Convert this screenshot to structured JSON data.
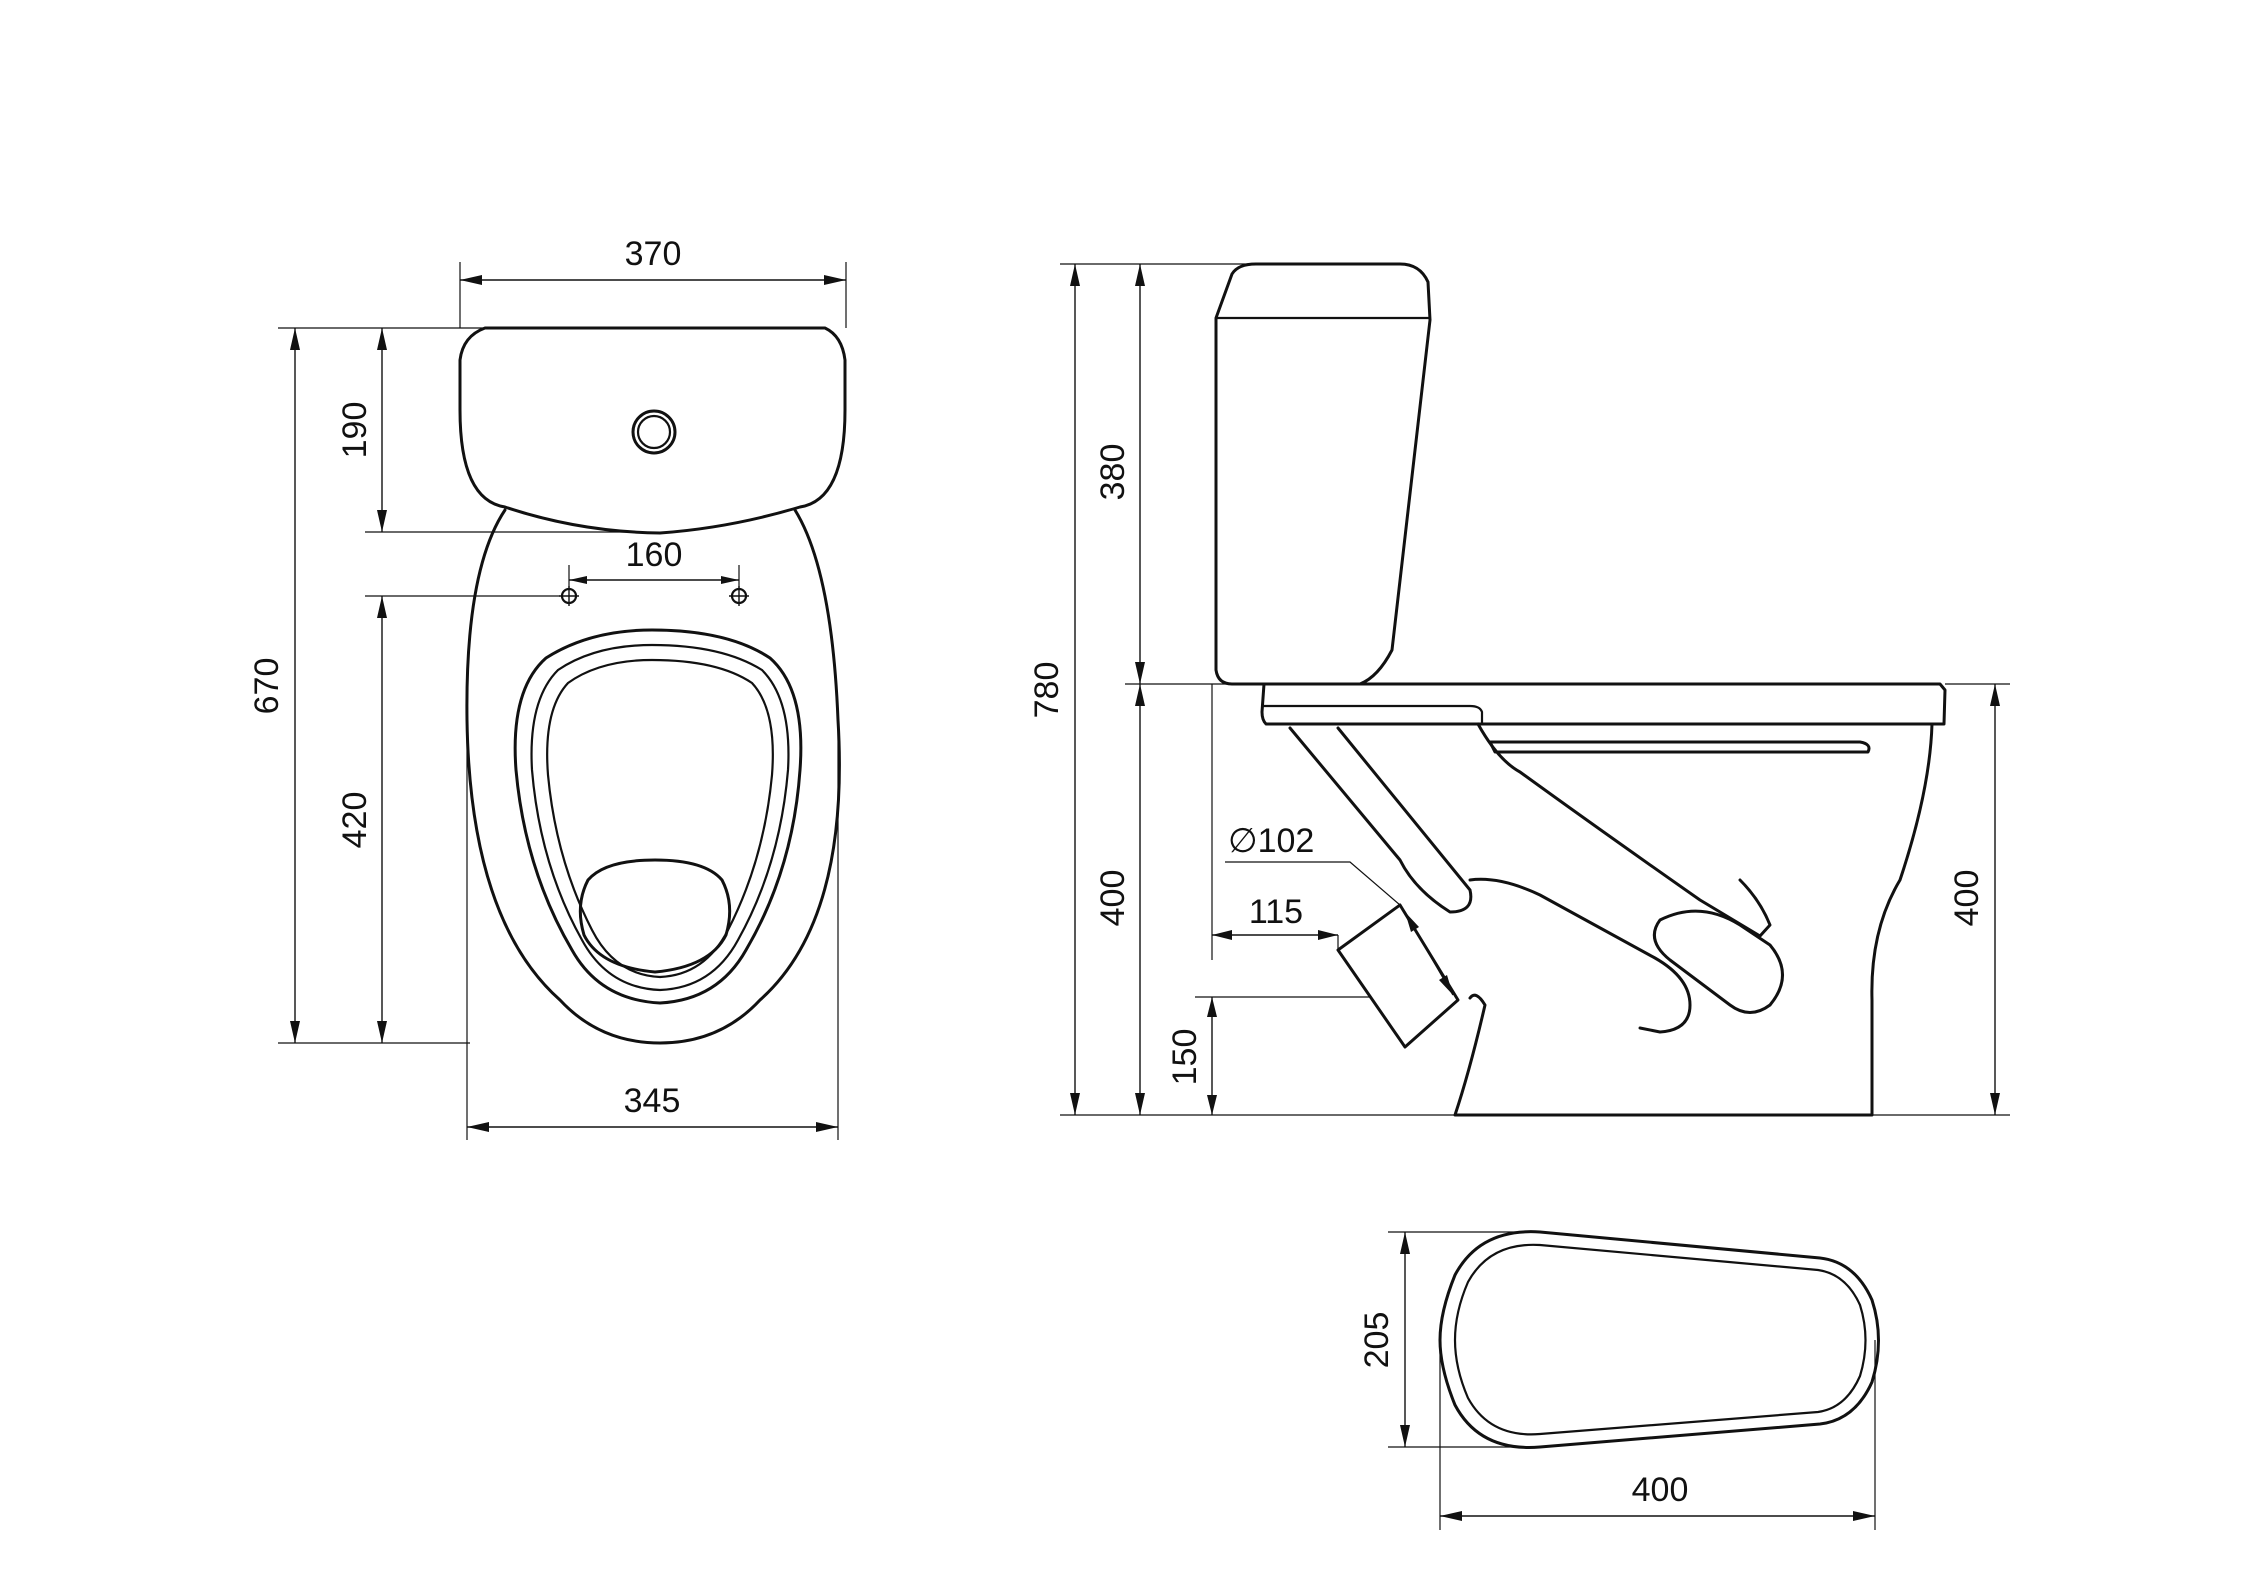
{
  "dimensions": {
    "top_width": "370",
    "tank_depth": "190",
    "fixing_holes": "160",
    "overall_length": "670",
    "bowl_length": "420",
    "base_width": "345",
    "overall_height": "780",
    "tank_height": "380",
    "pan_height_left": "400",
    "pan_height_right": "400",
    "outlet_diameter": "∅102",
    "outlet_offset": "115",
    "outlet_height": "150",
    "footprint_width": "205",
    "footprint_length": "400"
  },
  "colors": {
    "line": "#111111",
    "background": "#ffffff"
  }
}
